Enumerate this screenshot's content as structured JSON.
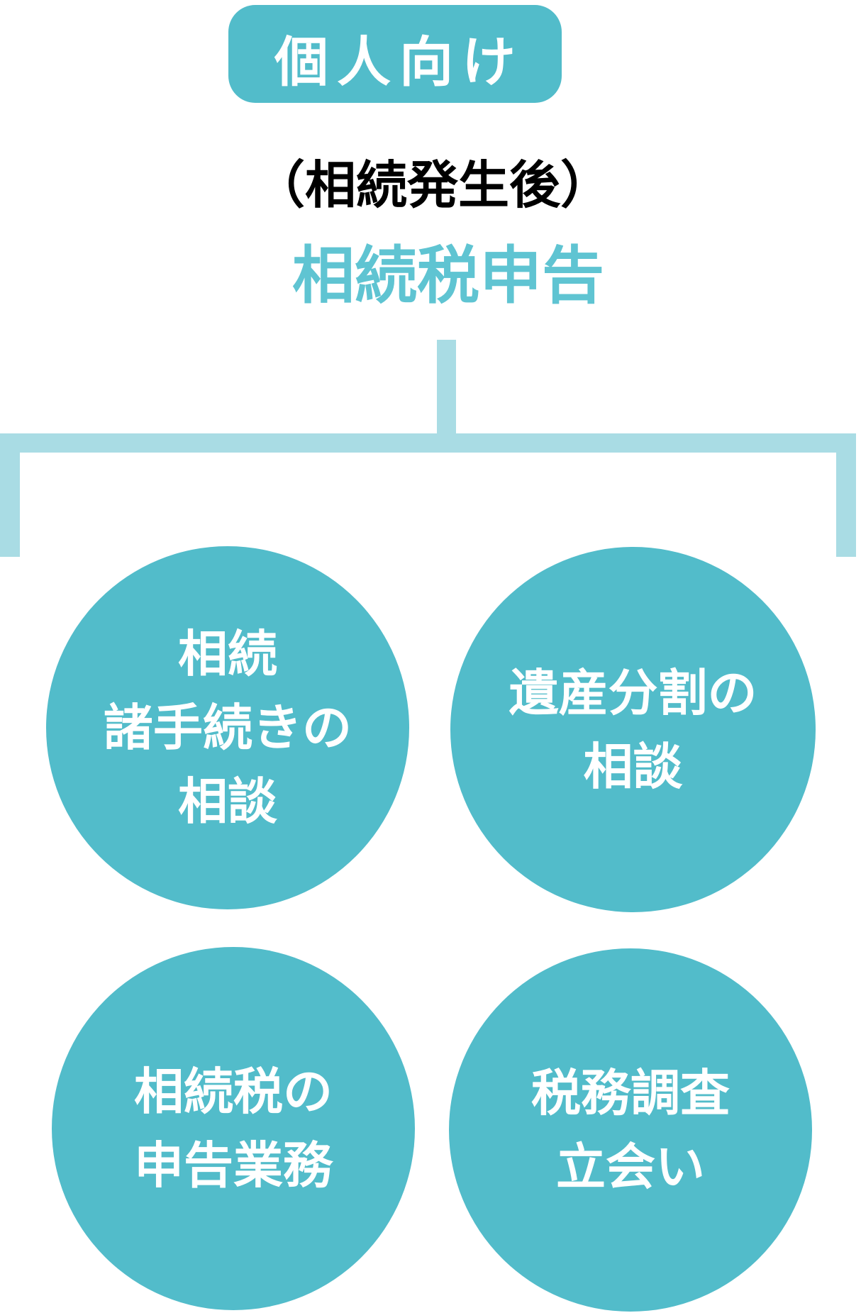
{
  "badge": {
    "label": "個人向け"
  },
  "heading": {
    "subtitle": "（相続発生後）",
    "title": "相続税申告"
  },
  "colors": {
    "teal": "#52bcca",
    "teal_text": "#5fc4d2",
    "connector": "#a9dce4",
    "subtitle": "#000000",
    "circle_text": "#ffffff",
    "background": "#ffffff"
  },
  "circles": [
    {
      "id": "inheritance-procedures",
      "lines": [
        "相続",
        "諸手続きの",
        "相談"
      ]
    },
    {
      "id": "estate-division",
      "lines": [
        "遺産分割の",
        "相談"
      ]
    },
    {
      "id": "inheritance-tax-filing",
      "lines": [
        "相続税の",
        "申告業務"
      ]
    },
    {
      "id": "tax-audit-attendance",
      "lines": [
        "税務調査",
        "立会い"
      ]
    }
  ]
}
